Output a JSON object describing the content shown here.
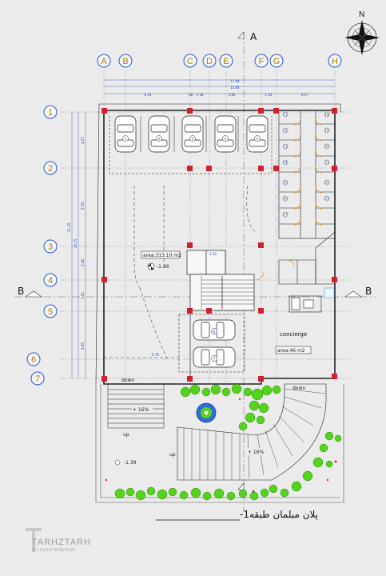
{
  "grid": {
    "columns": [
      "A",
      "B",
      "C",
      "D",
      "E",
      "F",
      "G",
      "H"
    ],
    "rows": [
      "1",
      "2",
      "3",
      "4",
      "5",
      "6",
      "7"
    ]
  },
  "sections": {
    "a_top": "A",
    "a_bottom": "A",
    "b_left": "B",
    "b_right": "B"
  },
  "dimensions": {
    "overall_top": "17.64",
    "overall_top2": "15.84",
    "top_segments": [
      "6.14",
      "1.18",
      "3.86",
      "1.24",
      "4.27"
    ],
    "top_small": ".58",
    "left_total": "21.15",
    "left_total2": "20.15",
    "left_segments": [
      "4.27",
      "5.76",
      "2.48",
      "1.51",
      "4.95"
    ],
    "stair_dim": "2.43",
    "ramp_dim": "5.70"
  },
  "labels": {
    "area_main": "area:313.10 m2",
    "level_main": "-1.86",
    "concierge": "concierge",
    "area_concierge": "area:46 m2",
    "down_left": "down",
    "down_right": "down",
    "slope_left": "+ 16%",
    "slope_right": "+ 16%",
    "up_left": "up",
    "up_right": "up",
    "level_bottom": "-1.39"
  },
  "parking_numbers": [
    "1",
    "2",
    "3",
    "4",
    "5",
    "6",
    "7"
  ],
  "storage_numbers": [
    "11",
    "12",
    "13",
    "14",
    "15",
    "16",
    "17",
    "18",
    "19",
    "20",
    "21",
    "22",
    "23"
  ],
  "title_text": "پلان مبلمان طبقه1-",
  "compass": {
    "north": "N"
  },
  "logo": {
    "name": "TARHZTARH",
    "tagline": "ALL RIGHT RESERVED"
  },
  "colors": {
    "column": "#d0222e",
    "grid_circle": "#2c54d6",
    "dim_blue": "#1a3fb8",
    "tree_green": "#55d21e",
    "door_orange": "#e89a2a",
    "background": "#ebebeb"
  }
}
